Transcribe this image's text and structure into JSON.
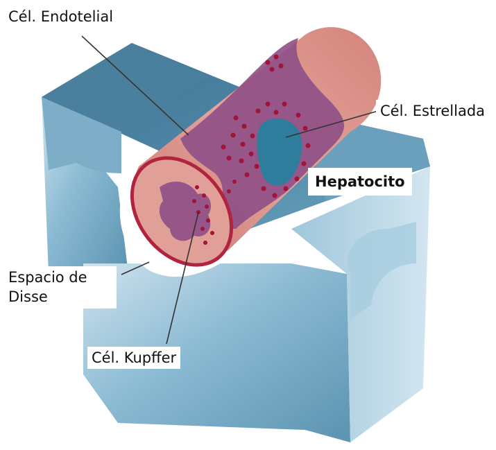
{
  "labels": {
    "endotelial": "Cél. Endotelial",
    "estrellada": "Cél. Estrellada",
    "hepatocito": "Hepatocito",
    "disse_line1": "Espacio de",
    "disse_line2": "Disse",
    "kupffer": "Cél. Kupffer"
  },
  "colors": {
    "hepatocyte_block": "#5f9bb7",
    "hepatocyte_light": "#b9d5e3",
    "vessel_pink": "#d98f86",
    "vessel_dark": "#b04a55",
    "endothelial_purple": "#8e4f86",
    "spots": "#a01437",
    "stellate_cell": "#2f7d9c",
    "disse_space": "#ffffff"
  }
}
